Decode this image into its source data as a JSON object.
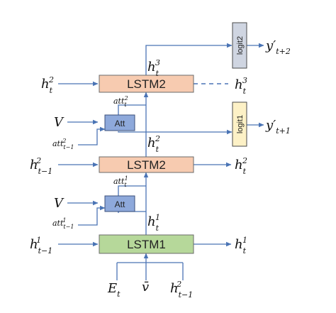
{
  "colors": {
    "lstm_top": "#f7cbb0",
    "lstm_mid": "#f7cbb0",
    "lstm_bottom": "#b6d89a",
    "att": "#8ea9db",
    "logit2": "#cfd5e1",
    "logit1": "#fdf1c6",
    "arrow": "#4a74b5"
  },
  "nodes": {
    "lstm_top": "LSTM2",
    "lstm_mid": "LSTM2",
    "lstm_bottom": "LSTM1",
    "att_top": "Att",
    "att_bottom": "Att",
    "logit2": "logit2",
    "logit1": "logit1"
  },
  "labels": {
    "ht3_top": {
      "base": "h",
      "sub": "t",
      "sup": "3"
    },
    "ht3_right": {
      "base": "h",
      "sub": "t",
      "sup": "3"
    },
    "ht2_left": {
      "base": "h",
      "sub": "t",
      "sup": "2"
    },
    "y_t2": {
      "base": "y′",
      "sub": "t+2"
    },
    "y_t1": {
      "base": "y′",
      "sub": "t+1"
    },
    "att_t2": {
      "base": "att",
      "sub": "t",
      "sup": "2"
    },
    "V_top": "V",
    "att_prev2": {
      "base": "att",
      "sub": "t−1",
      "sup": "2"
    },
    "ht2_mid": {
      "base": "h",
      "sub": "t",
      "sup": "2"
    },
    "h_prev2": {
      "base": "h",
      "sub": "t−1",
      "sup": "2"
    },
    "ht2_right": {
      "base": "h",
      "sub": "t",
      "sup": "2"
    },
    "att_t1": {
      "base": "att",
      "sub": "t",
      "sup": "1"
    },
    "V_bottom": "V",
    "att_prev1": {
      "base": "att",
      "sub": "t−1",
      "sup": "1"
    },
    "ht1_mid": {
      "base": "h",
      "sub": "t",
      "sup": "1"
    },
    "h_prev1": {
      "base": "h",
      "sub": "t−1",
      "sup": "1"
    },
    "ht1_right": {
      "base": "h",
      "sub": "t",
      "sup": "1"
    },
    "Et": {
      "base": "E",
      "sub": "t"
    },
    "vbar": "v̄",
    "h_prev2_bottom": {
      "base": "h",
      "sub": "t−1",
      "sup": "2"
    }
  }
}
